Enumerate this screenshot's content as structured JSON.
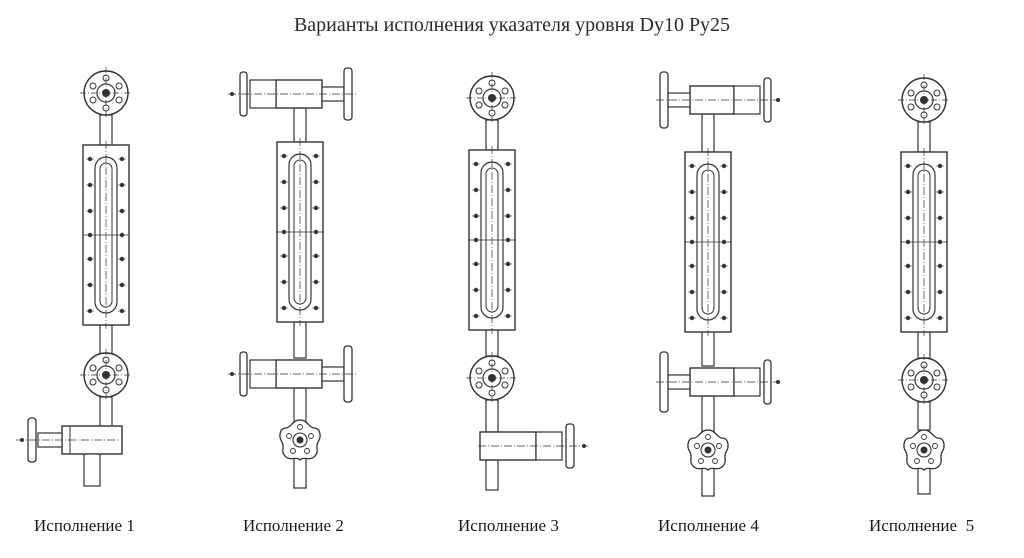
{
  "title": "Варианты исполнения указателя уровня Dy10 Py25",
  "variants": [
    {
      "label": "Исполнение 1"
    },
    {
      "label": "Исполнение 2"
    },
    {
      "label": "Исполнение 3"
    },
    {
      "label": "Исполнение 4"
    },
    {
      "label": "Исполнение  5"
    }
  ],
  "colors": {
    "line": "#333333",
    "background": "#ffffff"
  }
}
